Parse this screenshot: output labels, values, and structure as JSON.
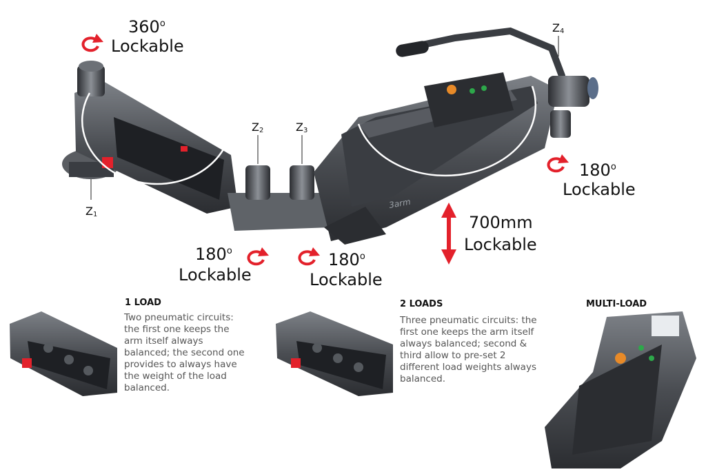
{
  "colors": {
    "accent": "#e3212b",
    "metal": "#4a4d52",
    "metal_dark": "#2b2d31",
    "metal_light": "#8c9096",
    "text_grey": "#555555"
  },
  "icons": {
    "rotation": "circular-arrow-icon",
    "linear": "double-arrow-icon"
  },
  "labels": {
    "base_rotation": {
      "angle": "360",
      "degree": "o",
      "lock": "Lockable"
    },
    "right_rotation": {
      "angle": "180",
      "degree": "o",
      "lock": "Lockable"
    },
    "left_joint": {
      "angle": "180",
      "degree": "o",
      "lock": "Lockable"
    },
    "mid_joint": {
      "angle": "180",
      "degree": "o",
      "lock": "Lockable"
    },
    "vertical": {
      "value": "700mm",
      "lock": "Lockable"
    }
  },
  "axes": {
    "z1": {
      "letter": "Z",
      "index": "1"
    },
    "z2": {
      "letter": "Z",
      "index": "2"
    },
    "z3": {
      "letter": "Z",
      "index": "3"
    },
    "z4": {
      "letter": "Z",
      "index": "4"
    }
  },
  "brand_mark": "3arm",
  "sections": {
    "one_load": {
      "title": "1 LOAD",
      "body": "Two pneumatic circuits: the first one keeps the arm itself always balanced; the second one provides to always have the weight of the load balanced."
    },
    "two_loads": {
      "title": "2 LOADS",
      "body": "Three pneumatic circuits: the first one keeps the arm itself always balanced; second & third allow to pre-set 2 different load weights always balanced."
    },
    "multi_load": {
      "title": "MULTI-LOAD"
    }
  }
}
